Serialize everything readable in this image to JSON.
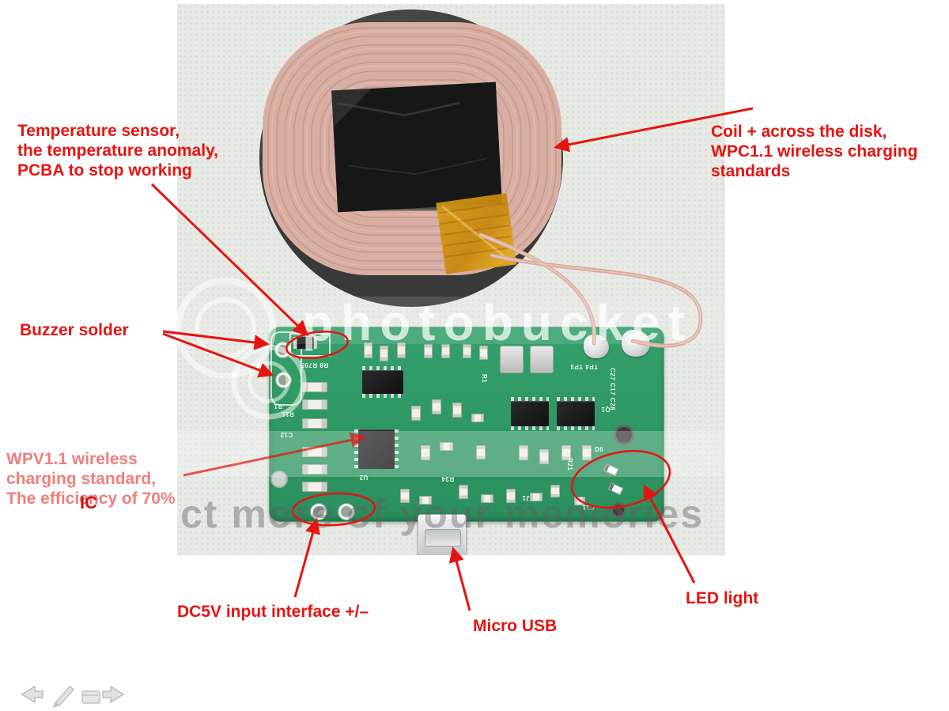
{
  "annotations": {
    "temperature_sensor": "Temperature sensor,\nthe temperature anomaly,\nPCBA to stop working",
    "coil": "Coil + across the disk,\nWPC1.1 wireless charging\nstandards",
    "buzzer": "Buzzer solder",
    "wpv": "WPV1.1 wireless\ncharging standard,\nThe efficiency of 70%",
    "ic": "IC",
    "dc5v": "DC5V input interface +/–",
    "micro_usb": "Micro USB",
    "led": "LED light"
  },
  "watermark": {
    "brand": "photobucket",
    "tagline": "ct more of your memories"
  },
  "pcb": {
    "silk": [
      "B1",
      "R8 R705",
      "R11",
      "C12",
      "R2",
      "R1",
      "TP4 TP3",
      "C27 C17 C28",
      "Q1",
      "U2",
      "R34",
      "J1",
      "C11",
      "D6",
      "R21"
    ]
  },
  "toolbar": {
    "icons": [
      "back-arrow",
      "pen",
      "slide-note",
      "forward-arrow"
    ]
  },
  "colors": {
    "annotation_red": "#e61410",
    "pcb_green": "#2f9e68",
    "coil_pink": "#d8aea3",
    "tape_amber": "#d9940e",
    "disk_gray": "#4a4a4a",
    "cloth_background": "#e7e9e4"
  }
}
